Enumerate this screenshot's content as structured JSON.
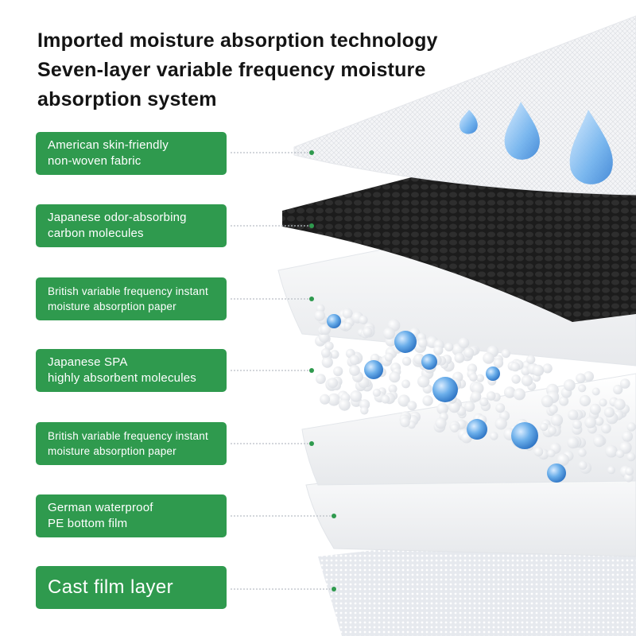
{
  "headline": {
    "line1": "Imported moisture absorption technology",
    "line2": "Seven-layer variable frequency moisture",
    "line3": "absorption system"
  },
  "layers": [
    {
      "line1": "American skin-friendly",
      "line2": "non-woven fabric",
      "icon": "water-droplet-icon"
    },
    {
      "line1": "Japanese odor-absorbing",
      "line2": "carbon molecules"
    },
    {
      "line1": "British variable frequency instant",
      "line2": "moisture absorption paper"
    },
    {
      "line1": "Japanese SPA",
      "line2": "highly absorbent molecules"
    },
    {
      "line1": "British variable frequency instant",
      "line2": "moisture absorption paper"
    },
    {
      "line1": "German waterproof",
      "line2": "PE bottom film"
    },
    {
      "line1": "Cast film layer"
    }
  ],
  "colors": {
    "label_bg": "#2f9a4e",
    "label_text": "#ffffff",
    "leader_dot": "#2f9a4e",
    "carbon_layer": "#1e1e1e",
    "water_drop": "#5fa8e8"
  }
}
